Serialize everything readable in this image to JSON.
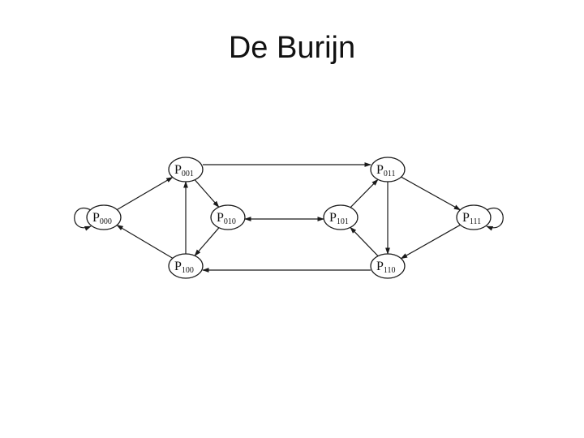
{
  "title": "De Burijn",
  "diagram": {
    "nodes": [
      {
        "id": "P000",
        "main": "P",
        "sub": "000"
      },
      {
        "id": "P001",
        "main": "P",
        "sub": "001"
      },
      {
        "id": "P010",
        "main": "P",
        "sub": "010"
      },
      {
        "id": "P100",
        "main": "P",
        "sub": "100"
      },
      {
        "id": "P101",
        "main": "P",
        "sub": "101"
      },
      {
        "id": "P011",
        "main": "P",
        "sub": "011"
      },
      {
        "id": "P110",
        "main": "P",
        "sub": "110"
      },
      {
        "id": "P111",
        "main": "P",
        "sub": "111"
      }
    ],
    "edges": [
      {
        "from": "P000",
        "to": "P000"
      },
      {
        "from": "P000",
        "to": "P001"
      },
      {
        "from": "P001",
        "to": "P010"
      },
      {
        "from": "P001",
        "to": "P011"
      },
      {
        "from": "P010",
        "to": "P100"
      },
      {
        "from": "P010",
        "to": "P101"
      },
      {
        "from": "P100",
        "to": "P000"
      },
      {
        "from": "P100",
        "to": "P001"
      },
      {
        "from": "P101",
        "to": "P010"
      },
      {
        "from": "P101",
        "to": "P011"
      },
      {
        "from": "P011",
        "to": "P110"
      },
      {
        "from": "P011",
        "to": "P111"
      },
      {
        "from": "P110",
        "to": "P100"
      },
      {
        "from": "P110",
        "to": "P101"
      },
      {
        "from": "P111",
        "to": "P110"
      },
      {
        "from": "P111",
        "to": "P111"
      }
    ]
  }
}
